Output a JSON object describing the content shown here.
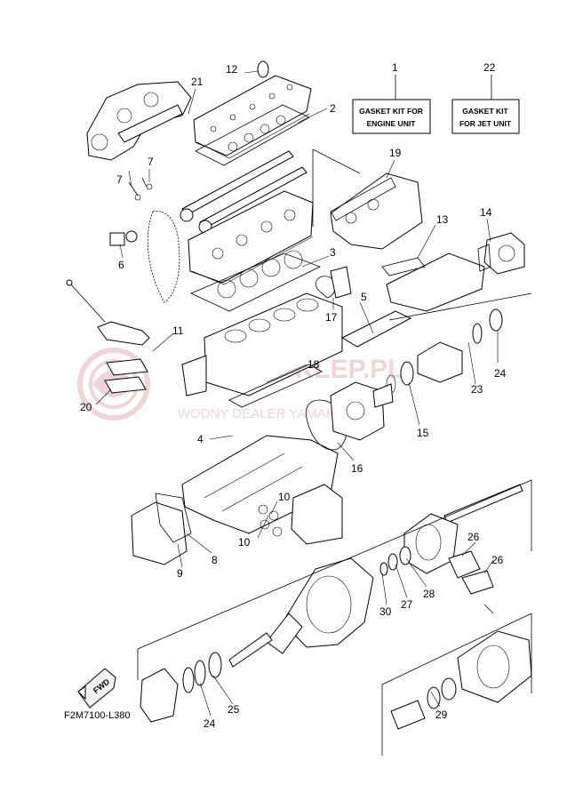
{
  "kits": [
    {
      "callout": "1",
      "lines": [
        "GASKET KIT FOR",
        "ENGINE UNIT"
      ]
    },
    {
      "callout": "22",
      "lines": [
        "GASKET KIT",
        "FOR JET UNIT"
      ]
    }
  ],
  "callouts": {
    "c2": "2",
    "c3": "3",
    "c4": "4",
    "c5": "5",
    "c6": "6",
    "c7a": "7",
    "c7b": "7",
    "c8": "8",
    "c9": "9",
    "c10a": "10",
    "c10b": "10",
    "c11": "11",
    "c12": "12",
    "c13": "13",
    "c14": "14",
    "c15": "15",
    "c16": "16",
    "c17": "17",
    "c18": "18",
    "c19": "19",
    "c20": "20",
    "c21": "21",
    "c23": "23",
    "c24a": "24",
    "c24b": "24",
    "c25": "25",
    "c26a": "26",
    "c26b": "26",
    "c27": "27",
    "c28": "28",
    "c29": "29",
    "c30": "30"
  },
  "fwd_label": "FWD",
  "diagram_code": "F2M7100-L380",
  "watermark": {
    "main": "ARTSKLEP.PL",
    "sub": "WODNY DEALER YAMAHA",
    "color": "#e2b6b6"
  }
}
